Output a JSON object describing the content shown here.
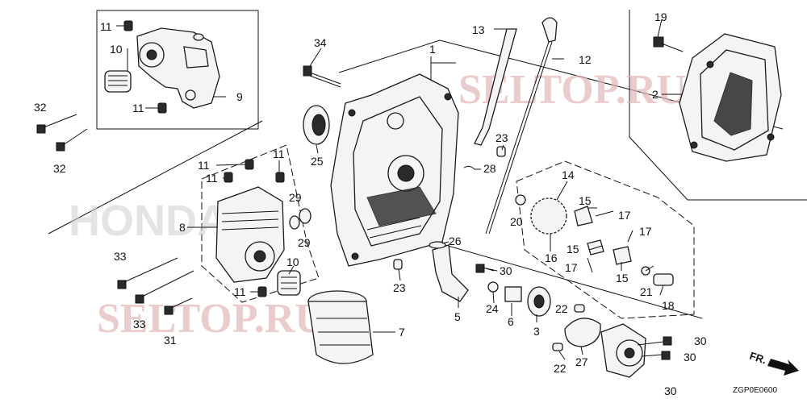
{
  "watermarks": [
    "SELTOP.RU",
    "SELTOP.RU",
    "HONDA"
  ],
  "diagram_code": "ZGP0E0600",
  "direction_label": "FR.",
  "callouts": {
    "c1": "1",
    "c2": "2",
    "c3": "3",
    "c5": "5",
    "c6": "6",
    "c7": "7",
    "c8": "8",
    "c9": "9",
    "c10a": "10",
    "c10b": "10",
    "c11a": "11",
    "c11b": "11",
    "c11c": "11",
    "c11d": "11",
    "c11e": "11",
    "c11f": "11",
    "c12": "12",
    "c13": "13",
    "c14": "14",
    "c15a": "15",
    "c15b": "15",
    "c15c": "15",
    "c16": "16",
    "c17a": "17",
    "c17b": "17",
    "c17c": "17",
    "c18": "18",
    "c19": "19",
    "c20": "20",
    "c21": "21",
    "c22a": "22",
    "c22b": "22",
    "c23a": "23",
    "c23b": "23",
    "c24": "24",
    "c25": "25",
    "c26": "26",
    "c27": "27",
    "c28": "28",
    "c29a": "29",
    "c29b": "29",
    "c30a": "30",
    "c30b": "30",
    "c30c": "30",
    "c30d": "30",
    "c31": "31",
    "c32a": "32",
    "c32b": "32",
    "c33a": "33",
    "c33b": "33",
    "c34": "34"
  },
  "colors": {
    "watermark_red": "#e2b7b7",
    "watermark_gray": "#cfcfcf",
    "line": "#1a1a1a"
  }
}
